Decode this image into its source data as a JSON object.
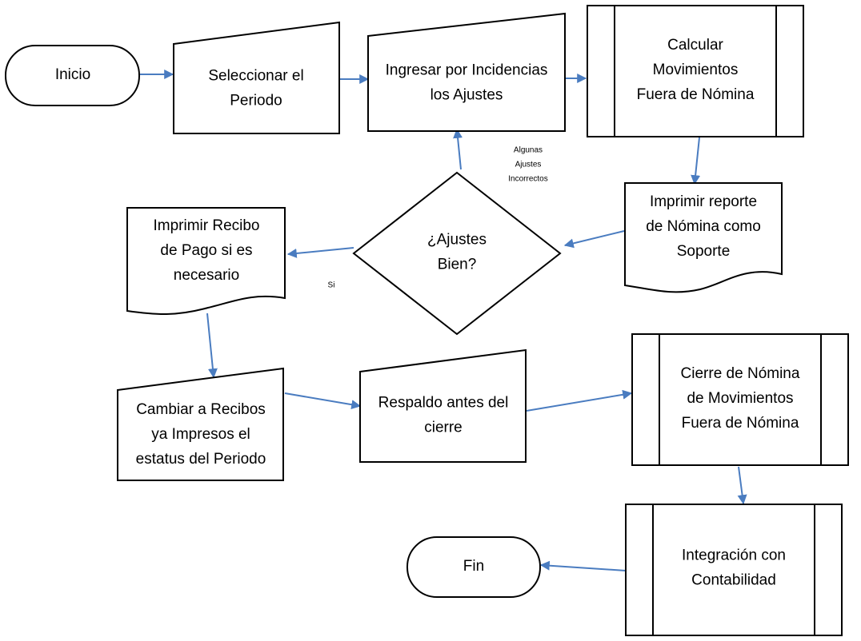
{
  "diagram": {
    "colors": {
      "edge": "#4a7cc0",
      "shape_stroke": "#000000",
      "background": "#ffffff"
    },
    "nodes": {
      "inicio": {
        "lines": [
          "Inicio"
        ]
      },
      "seleccionar": {
        "lines": [
          "Seleccionar el",
          "Periodo"
        ]
      },
      "ingresar": {
        "lines": [
          "Ingresar por Incidencias",
          "los Ajustes"
        ]
      },
      "calcular": {
        "lines": [
          "Calcular",
          "Movimientos",
          "Fuera de Nómina"
        ]
      },
      "imprimir_reporte": {
        "lines": [
          "Imprimir reporte",
          "de Nómina como",
          "Soporte"
        ]
      },
      "decision": {
        "lines": [
          "¿Ajustes",
          "Bien?"
        ]
      },
      "imprimir_recibo": {
        "lines": [
          "Imprimir Recibo",
          "de Pago si es",
          "necesario"
        ]
      },
      "cambiar": {
        "lines": [
          "Cambiar a Recibos",
          "ya Impresos el",
          "estatus del Periodo"
        ]
      },
      "respaldo": {
        "lines": [
          "Respaldo antes del",
          "cierre"
        ]
      },
      "cierre": {
        "lines": [
          "Cierre de Nómina",
          "de Movimientos",
          "Fuera de Nómina"
        ]
      },
      "integracion": {
        "lines": [
          "Integración con",
          "Contabilidad"
        ]
      },
      "fin": {
        "lines": [
          "Fin"
        ]
      }
    },
    "edge_labels": {
      "incorrectos": {
        "lines": [
          "Algunas",
          "Ajustes",
          "Incorrectos"
        ]
      },
      "si": {
        "lines": [
          "Si"
        ]
      }
    }
  }
}
